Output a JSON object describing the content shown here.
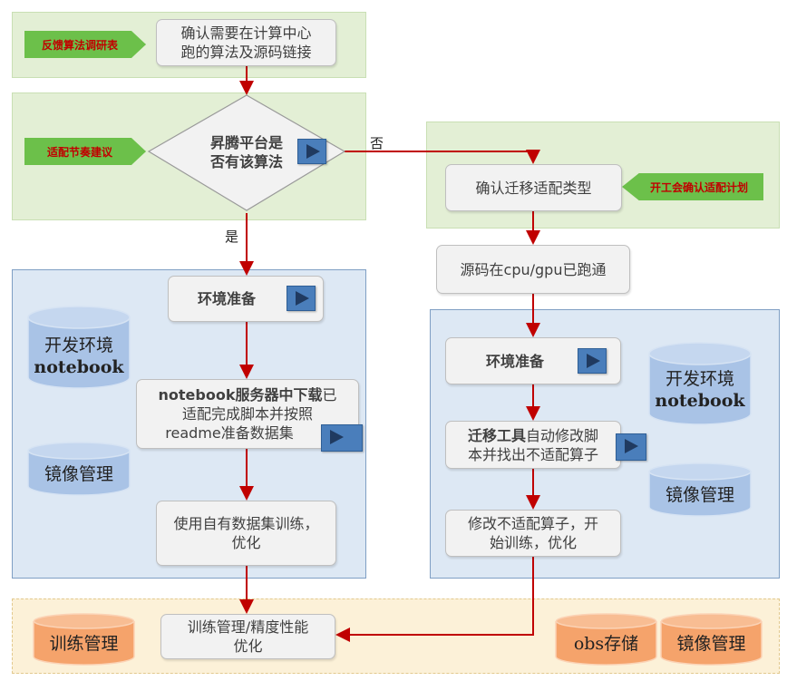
{
  "tags": {
    "feedback": "反馈算法调研表",
    "rhythm": "适配节奏建议",
    "kickoff": "开工会确认适配计划"
  },
  "steps": {
    "confirm_line1": "确认需要在计算中心",
    "confirm_line2": "跑的算法及源码链接",
    "decision_line1": "昇腾平台是",
    "decision_line2": "否有该算法",
    "yes": "是",
    "no": "否",
    "migrate_type": "确认迁移适配类型",
    "cpu_gpu": "源码在cpu/gpu已跑通"
  },
  "left_panel": {
    "env": "环境准备",
    "nb_bold": "notebook服务器中下载",
    "nb_rest1": "已",
    "nb_line2": "适配完成脚本并按照",
    "nb_line3": "readme准备数据集",
    "train_line1": "使用自有数据集训练，",
    "train_line2": "优化",
    "db_dev_line1": "开发环境",
    "db_dev_line2": "notebook",
    "db_image": "镜像管理"
  },
  "right_panel": {
    "env": "环境准备",
    "tool_bold": "迁移工具",
    "tool_rest1": "自动修改脚",
    "tool_line2": "本并找出不适配算子",
    "fix_line1": "修改不适配算子，开",
    "fix_line2": "始训练，优化",
    "db_dev_line1": "开发环境",
    "db_dev_line2": "notebook",
    "db_image": "镜像管理"
  },
  "bottom": {
    "mgmt_line1": "训练管理/精度性能",
    "mgmt_line2": "优化",
    "db_train": "训练管理",
    "db_obs": "obs存储",
    "db_image": "镜像管理"
  },
  "colors": {
    "arrow": "#c00000",
    "green_zone": "#e3efd5",
    "blue_zone": "#dde8f4",
    "orange_zone": "#fcf1d8",
    "tag_green": "#6cc04a",
    "play_blue": "#4a7ebb",
    "db_blue": "#a9c3e6",
    "db_orange": "#f5a36b"
  }
}
